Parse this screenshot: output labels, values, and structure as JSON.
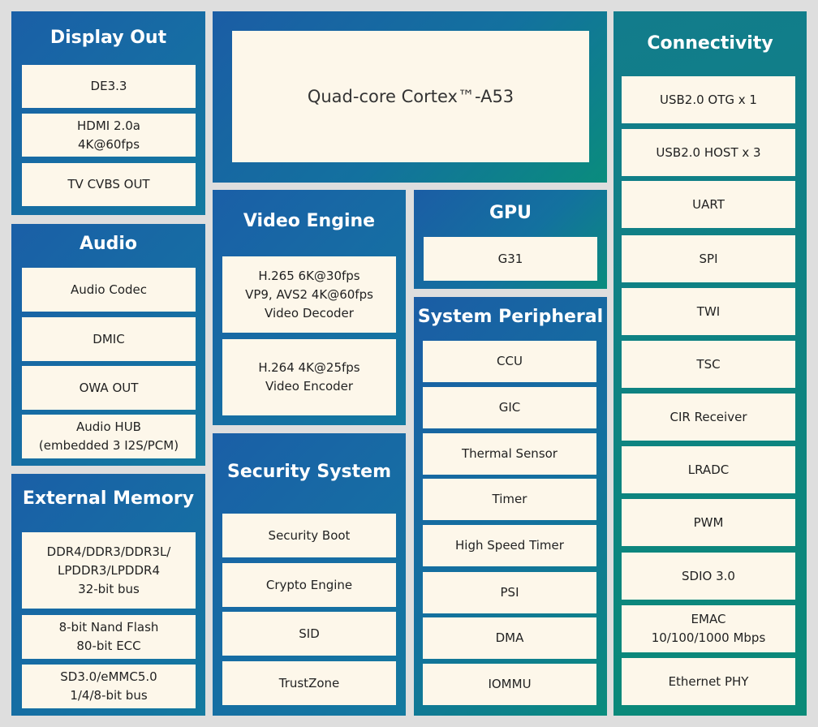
{
  "display_out": {
    "title": "Display Out",
    "items": [
      "DE3.3",
      "HDMI 2.0a\n4K@60fps",
      "TV CVBS OUT"
    ]
  },
  "audio": {
    "title": "Audio",
    "items": [
      "Audio Codec",
      "DMIC",
      "OWA OUT",
      "Audio HUB\n(embedded 3 I2S/PCM)"
    ]
  },
  "external_memory": {
    "title": "External Memory",
    "items": [
      "DDR4/DDR3/DDR3L/\nLPDDR3/LPDDR4\n32-bit bus",
      "8-bit Nand Flash\n80-bit ECC",
      "SD3.0/eMMC5.0\n1/4/8-bit bus"
    ]
  },
  "cpu": {
    "label": "Quad-core Cortex™-A53"
  },
  "video_engine": {
    "title": "Video Engine",
    "items": [
      "H.265 6K@30fps\nVP9, AVS2 4K@60fps\nVideo Decoder",
      "H.264 4K@25fps\nVideo Encoder"
    ]
  },
  "gpu": {
    "title": "GPU",
    "items": [
      "G31"
    ]
  },
  "security_system": {
    "title": "Security System",
    "items": [
      "Security Boot",
      "Crypto Engine",
      "SID",
      "TrustZone"
    ]
  },
  "system_peripheral": {
    "title": "System Peripheral",
    "items": [
      "CCU",
      "GIC",
      "Thermal Sensor",
      "Timer",
      "High Speed Timer",
      "PSI",
      "DMA",
      "IOMMU"
    ]
  },
  "connectivity": {
    "title": "Connectivity",
    "items": [
      "USB2.0 OTG x 1",
      "USB2.0 HOST x 3",
      "UART",
      "SPI",
      "TWI",
      "TSC",
      "CIR Receiver",
      "LRADC",
      "PWM",
      "SDIO 3.0",
      "EMAC\n10/100/1000 Mbps",
      "Ethernet PHY"
    ]
  }
}
